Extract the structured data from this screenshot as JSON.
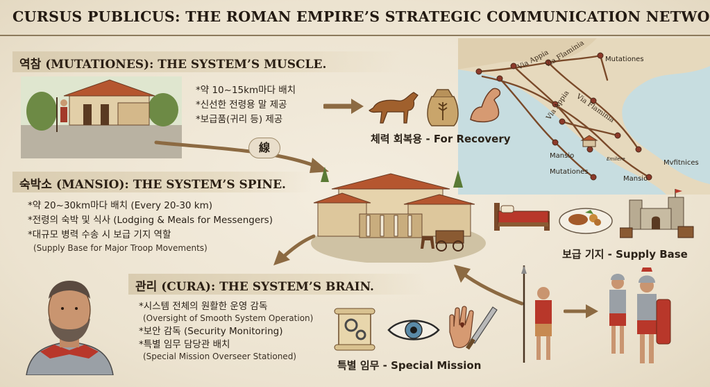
{
  "title": "CURSUS PUBLICUS: THE ROMAN EMPIRE’S STRATEGIC COMMUNICATION NETWORK",
  "sections": {
    "mutationes": {
      "heading": "역참 (MUTATIONES): THE SYSTEM’S MUSCLE.",
      "bullets": [
        "*약 10~15km마다 배치",
        "*신선한 전령용 말 제공",
        "*보급품(귀리 등) 제공"
      ],
      "caption": "체력 회복용 - For Recovery"
    },
    "mansio": {
      "heading": "숙박소 (MANSIO): THE SYSTEM’S SPINE.",
      "bullets": [
        "*약 20~30km마다 배치 (Every 20-30 km)",
        "*전령의 숙박 및 식사 (Lodging & Meals for Messengers)",
        "*대규모 병력 수송 시 보급 기지 역할"
      ],
      "bullet_sub": "(Supply Base for Major Troop Movements)",
      "caption": "보급 기지 - Supply Base"
    },
    "cura": {
      "heading": "관리 (CURA): THE SYSTEM’S BRAIN.",
      "bullets": [
        {
          "main": "*시스템 전체의 원활한 운영 감독",
          "sub": "(Oversight of Smooth System Operation)"
        },
        {
          "main": "*보안 감독 (Security Monitoring)",
          "sub": ""
        },
        {
          "main": "*특별 임무 담당관 배치",
          "sub": "(Special Mission Overseer Stationed)"
        }
      ],
      "caption": "특별 임무 - Special Mission"
    }
  },
  "connector_badge": "線",
  "map": {
    "labels": {
      "via_appia_1": "Via Appia",
      "via_flaminia_1": "Via Flaminia",
      "mutationes_1": "Mutationes",
      "via_flaminia_2": "Via Flaminia",
      "via_appia_2": "Via Appia",
      "mansio_1": "Mansio",
      "emilere": "Emilere",
      "mutationes_2": "Mutationes",
      "mansio_2": "Mansio",
      "mvfitnices": "Mvfitnices"
    }
  },
  "colors": {
    "accent": "#8c5a2b",
    "roof": "#b5562f",
    "sea": "#bcd6dc",
    "land": "#e8dcc3",
    "road": "#7a4a2a"
  }
}
